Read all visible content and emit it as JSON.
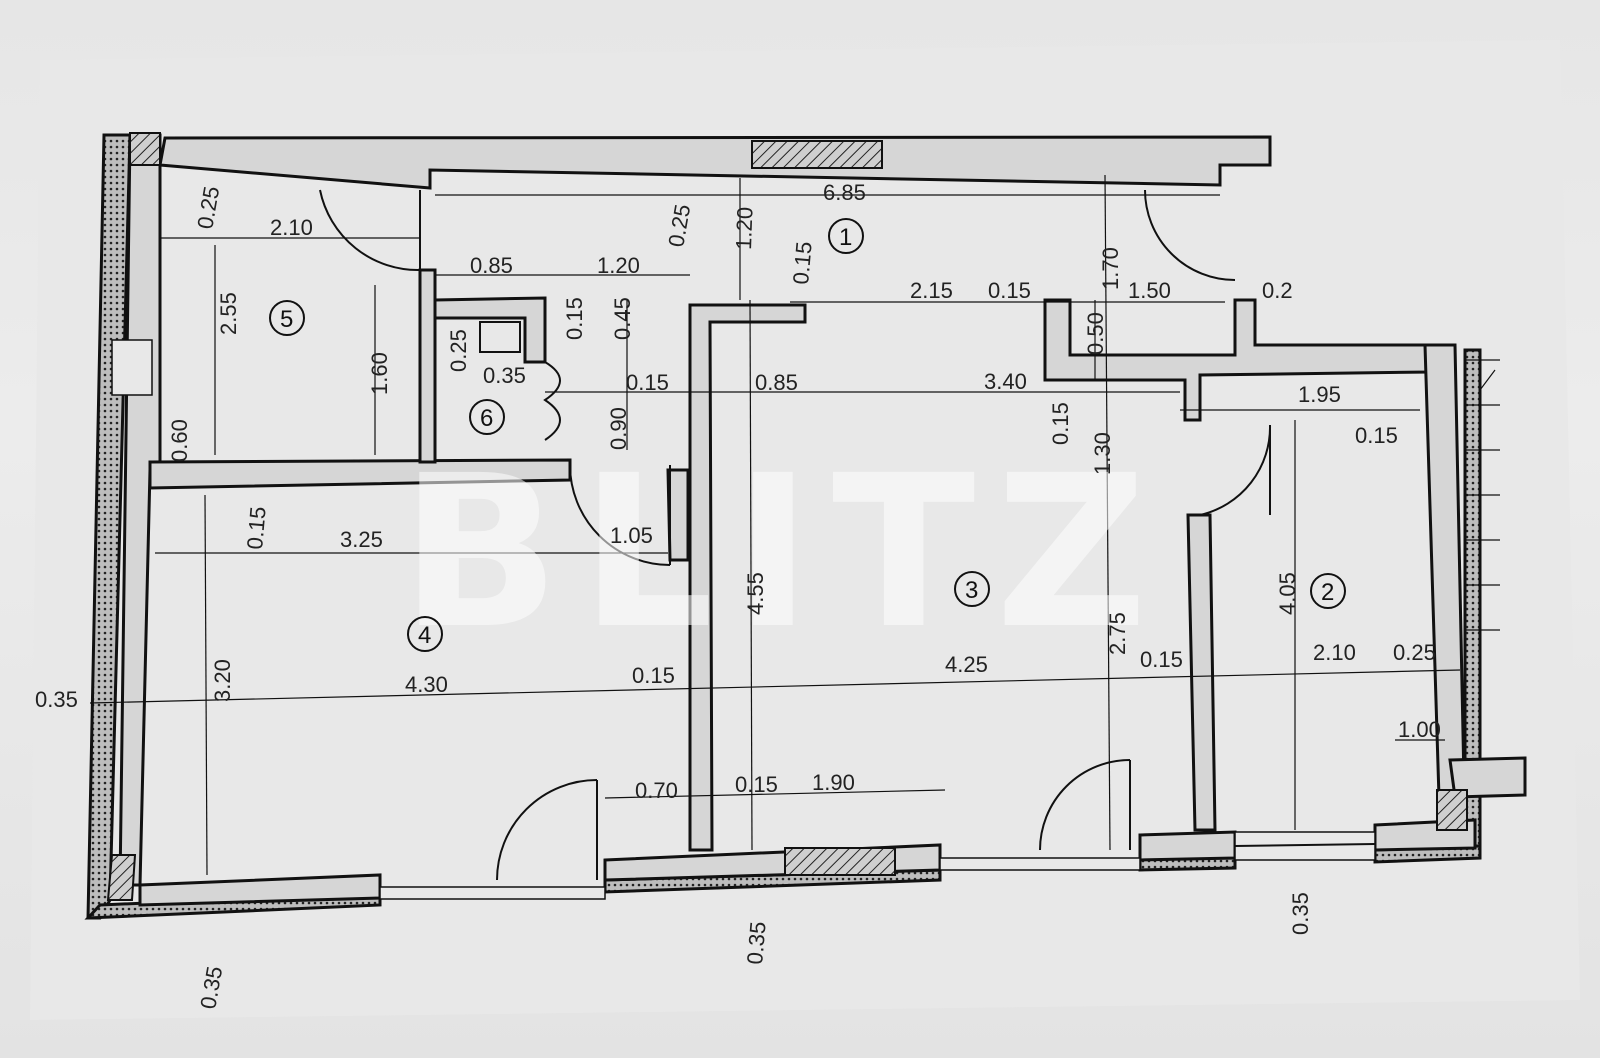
{
  "watermark": "BLITZ",
  "rooms": [
    "1",
    "2",
    "3",
    "4",
    "5",
    "6"
  ],
  "dims": {
    "d_685": "6.85",
    "d_025a": "0.25",
    "d_025b": "0.25",
    "d_210a": "2.10",
    "d_120a": "1.20",
    "d_120b": "1.20",
    "d_085a": "0.85",
    "d_015a": "0.15",
    "d_215": "2.15",
    "d_015b": "0.15",
    "d_170": "1.70",
    "d_150": "1.50",
    "d_02": "0.2",
    "d_255": "2.55",
    "d_015c": "0.15",
    "d_045": "0.45",
    "d_025c": "0.25",
    "d_050": "0.50",
    "d_160": "1.60",
    "d_035a": "0.35",
    "d_015d": "0.15",
    "d_085b": "0.85",
    "d_340": "3.40",
    "d_060": "0.60",
    "d_090": "0.90",
    "d_015e": "0.15",
    "d_195": "1.95",
    "d_130": "1.30",
    "d_015f": "0.15",
    "d_015g": "0.15",
    "d_325": "3.25",
    "d_105": "1.05",
    "d_455": "4.55",
    "d_405": "4.05",
    "d_320": "3.20",
    "d_035b": "0.35",
    "d_430": "4.30",
    "d_015h": "0.15",
    "d_425": "4.25",
    "d_275": "2.75",
    "d_015i": "0.15",
    "d_210b": "2.10",
    "d_025d": "0.25",
    "d_100": "1.00",
    "d_070": "0.70",
    "d_015j": "0.15",
    "d_190": "1.90",
    "d_035c": "0.35",
    "d_035d": "0.35",
    "d_035e": "0.35"
  }
}
